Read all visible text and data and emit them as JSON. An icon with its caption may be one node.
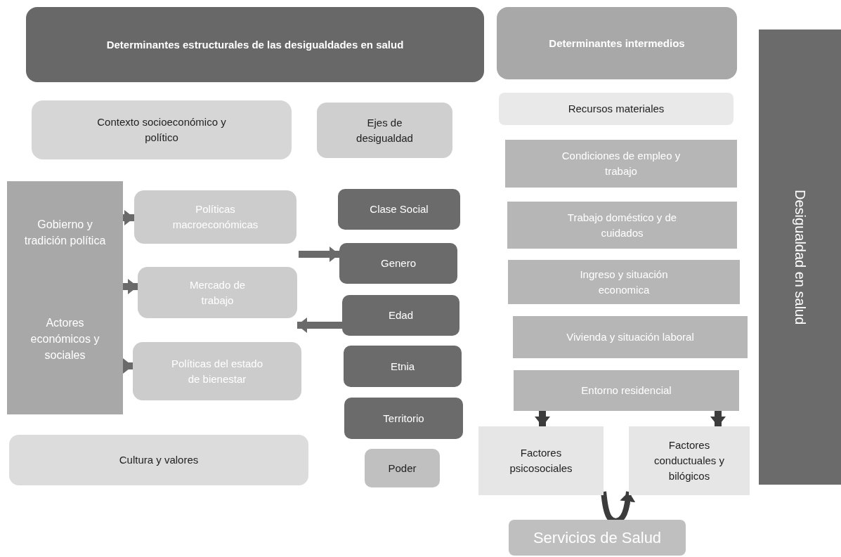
{
  "diagram": {
    "nodes": [
      {
        "text": [
          "Determinantes estructurales de las desigualdades en salud"
        ]
      },
      {
        "text": [
          "Determinantes intermedios"
        ]
      },
      {
        "text": [
          "Desigualdad en salud"
        ]
      },
      {
        "text": [
          "Contexto socioeconómico y político"
        ]
      },
      {
        "text": [
          "Ejes de desigualdad"
        ]
      },
      {
        "text": [
          "Recursos materiales"
        ]
      },
      {
        "text": [
          "Condiciones de empleo y trabajo"
        ]
      },
      {
        "text": [
          "Trabajo doméstico y de cuidados"
        ]
      },
      {
        "text": [
          "Ingreso y situación economica"
        ]
      },
      {
        "text": [
          "Vivienda y situación laboral"
        ]
      },
      {
        "text": [
          "Entorno residencial"
        ]
      },
      {
        "text": [
          "Gobierno y tradición política",
          "Actores económicos y sociales"
        ]
      },
      {
        "text": [
          "Políticas macroeconómicas"
        ]
      },
      {
        "text": [
          "Mercado de trabajo"
        ]
      },
      {
        "text": [
          "Políticas del estado de bienestar"
        ]
      },
      {
        "text": [
          "Clase Social"
        ]
      },
      {
        "text": [
          "Genero"
        ]
      },
      {
        "text": [
          "Edad"
        ]
      },
      {
        "text": [
          "Etnia"
        ]
      },
      {
        "text": [
          "Territorio"
        ]
      },
      {
        "text": [
          "Poder"
        ]
      },
      {
        "text": [
          "Cultura y valores"
        ]
      },
      {
        "text": [
          "Factores psicosociales"
        ]
      },
      {
        "text": [
          "Factores conductuales y bilógicos"
        ]
      },
      {
        "text": [
          "Servicios de Salud"
        ]
      }
    ],
    "edges": [
      {
        "from": 11,
        "to": 12,
        "arrow": "to"
      },
      {
        "from": 11,
        "to": 13,
        "arrow": "to"
      },
      {
        "from": 11,
        "to": 14,
        "arrow": "to"
      },
      {
        "from": null,
        "to": 16,
        "arrow": "to"
      },
      {
        "from": 17,
        "to": 13,
        "arrow": "to"
      },
      {
        "from": 10,
        "to": 22,
        "arrow": "to",
        "color": "#3c3c3c"
      },
      {
        "from": 10,
        "to": 23,
        "arrow": "to",
        "color": "#3c3c3c"
      },
      {
        "from": 22,
        "to": 23,
        "arrow": "to",
        "color": "#3c3c3c"
      }
    ]
  }
}
